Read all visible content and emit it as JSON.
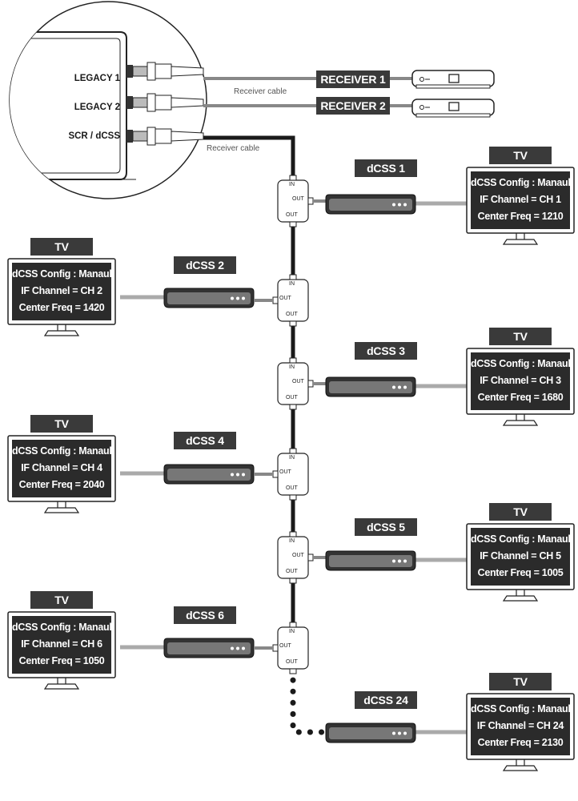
{
  "lnb": {
    "ports": [
      "LEGACY 1",
      "LEGACY 2",
      "SCR / dCSS"
    ],
    "cable_note_1": "Receiver cable",
    "cable_note_2": "Receiver cable"
  },
  "receivers": [
    "RECEIVER 1",
    "RECEIVER 2"
  ],
  "splitter_labels": {
    "in": "IN",
    "out": "OUT"
  },
  "units": [
    {
      "name": "dCSS 1",
      "tv": {
        "title": "TV",
        "line1": "dCSS Config : Manaul",
        "line2": "IF Channel = CH 1",
        "line3": "Center Freq = 1210"
      }
    },
    {
      "name": "dCSS 2",
      "tv": {
        "title": "TV",
        "line1": "dCSS Config : Manaul",
        "line2": "IF Channel = CH 2",
        "line3": "Center Freq = 1420"
      }
    },
    {
      "name": "dCSS 3",
      "tv": {
        "title": "TV",
        "line1": "dCSS Config : Manaul",
        "line2": "IF Channel = CH 3",
        "line3": "Center Freq = 1680"
      }
    },
    {
      "name": "dCSS 4",
      "tv": {
        "title": "TV",
        "line1": "dCSS Config : Manaul",
        "line2": "IF Channel = CH 4",
        "line3": "Center Freq = 2040"
      }
    },
    {
      "name": "dCSS 5",
      "tv": {
        "title": "TV",
        "line1": "dCSS Config : Manaul",
        "line2": "IF Channel = CH 5",
        "line3": "Center Freq = 1005"
      }
    },
    {
      "name": "dCSS 6",
      "tv": {
        "title": "TV",
        "line1": "dCSS Config : Manaul",
        "line2": "IF Channel = CH 6",
        "line3": "Center Freq = 1050"
      }
    },
    {
      "name": "dCSS 24",
      "tv": {
        "title": "TV",
        "line1": "dCSS Config : Manaul",
        "line2": "IF Channel = CH 24",
        "line3": "Center Freq = 2130"
      }
    }
  ]
}
